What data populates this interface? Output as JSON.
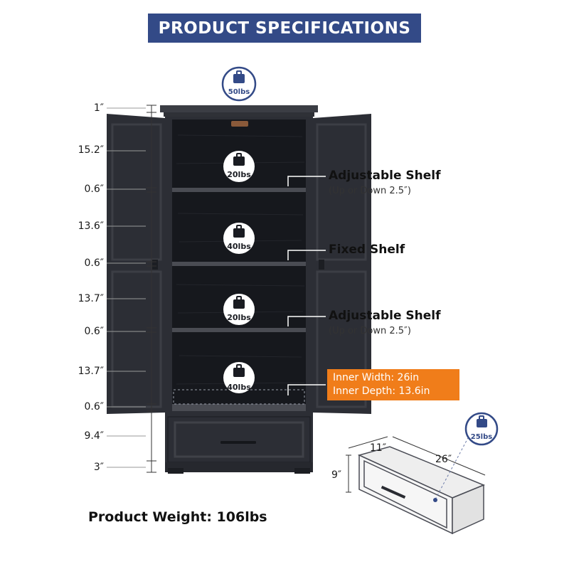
{
  "banner_title": "PRODUCT SPECIFICATIONS",
  "top_load": "50lbs",
  "shelf_loads": [
    "20lbs",
    "40lbs",
    "20lbs",
    "40lbs"
  ],
  "drawer_load": "25lbs",
  "height_dims": [
    "1″",
    "15.2″",
    "0.6″",
    "13.6″",
    "0.6″",
    "13.7″",
    "0.6″",
    "13.7″",
    "0.6″",
    "9.4″",
    "3″"
  ],
  "callouts": [
    {
      "title": "Adjustable Shelf",
      "sub": "(Up or Down 2.5″)"
    },
    {
      "title": "Fixed Shelf",
      "sub": ""
    },
    {
      "title": "Adjustable Shelf",
      "sub": "(Up or Down 2.5″)"
    }
  ],
  "inner_width": "Inner Width: 26in",
  "inner_depth": "Inner Depth: 13.6in",
  "drawer_dims": {
    "depth": "11″",
    "width": "26″",
    "height": "9″"
  },
  "product_weight": "Product Weight: 106lbs",
  "colors": {
    "banner": "#334a87",
    "cabinet": "#2c2e35",
    "cabinet_dark": "#1e2026",
    "orange": "#f07d1a",
    "badge": "#334a87"
  }
}
